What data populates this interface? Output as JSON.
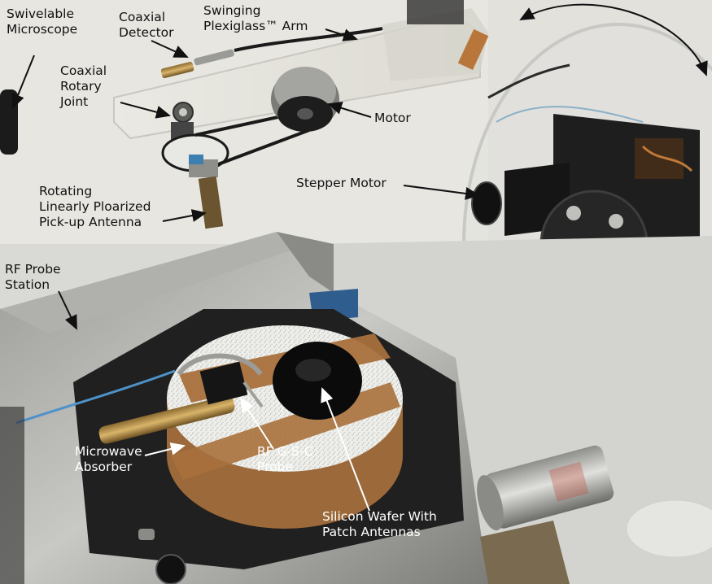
{
  "labels": {
    "swivelable_microscope": [
      "Swivelable",
      "Microscope"
    ],
    "coaxial_detector": [
      "Coaxial",
      "Detector"
    ],
    "swinging_arm": [
      "Swinging",
      "Plexiglass™ Arm"
    ],
    "coaxial_rotary_joint": [
      "Coaxial",
      "Rotary",
      "Joint"
    ],
    "motor": [
      "Motor"
    ],
    "stepper_motor": [
      "Stepper Motor"
    ],
    "pickup_antenna": [
      "Rotating",
      "Linearly Ploarized",
      "Pick-up Antenna"
    ],
    "rf_probe_station": [
      "RF Probe",
      "Station"
    ],
    "microwave_absorber": [
      "Microwave",
      "Absorber"
    ],
    "rf_gsc_probe": [
      "RF G-S-C",
      "Probe"
    ],
    "silicon_wafer": [
      "Silicon Wafer With",
      "Patch Antennas"
    ]
  }
}
